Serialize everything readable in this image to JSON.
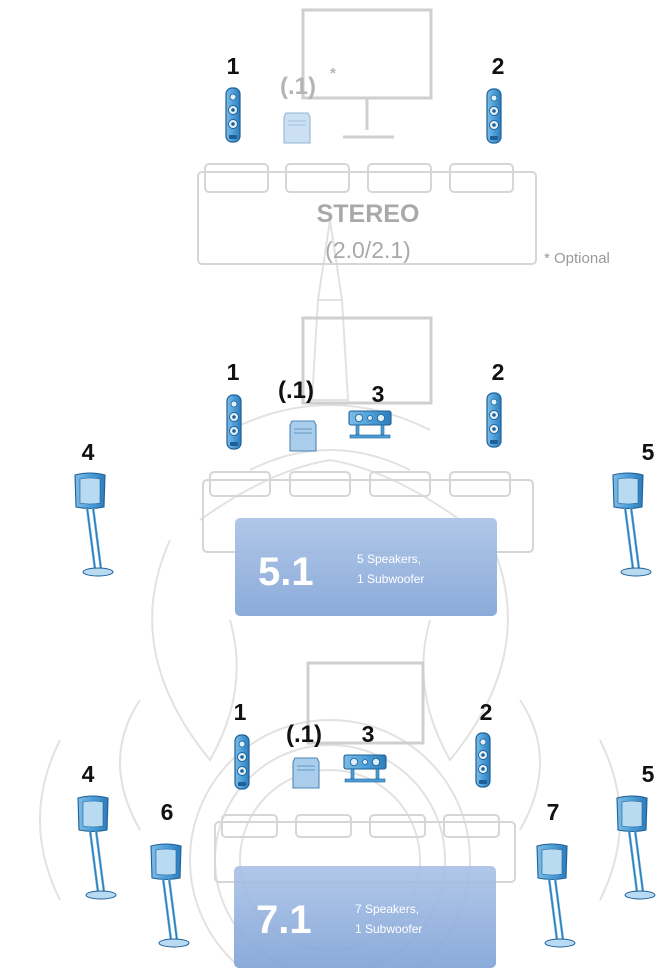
{
  "stereo": {
    "title": "STEREO",
    "subtitle": "(2.0/2.1)",
    "optional_note": "* Optional",
    "subwoofer_label": "(.1)",
    "subwoofer_asterisk": "*",
    "speaker_labels": [
      "1",
      "2"
    ]
  },
  "surround51": {
    "badge": "5.1",
    "badge_line1": "5 Speakers,",
    "badge_line2": "1 Subwoofer",
    "subwoofer_label": "(.1)",
    "speaker_labels": [
      "1",
      "2",
      "3",
      "4",
      "5"
    ]
  },
  "surround71": {
    "badge": "7.1",
    "badge_line1": "7 Speakers,",
    "badge_line2": "1 Subwoofer",
    "subwoofer_label": "(.1)",
    "speaker_labels": [
      "1",
      "2",
      "3",
      "4",
      "5",
      "6",
      "7"
    ]
  },
  "colors": {
    "speaker": "#4d9fd8",
    "speaker_outline": "#1e5f96",
    "room_outline": "#cfcfcf",
    "badge": "#8eaedb",
    "watermark": "#e2e2e2"
  },
  "icons": [
    "tv-icon",
    "sofa-icon",
    "tower-speaker-icon",
    "center-speaker-icon",
    "subwoofer-icon",
    "stand-speaker-icon",
    "watermark-seal-icon"
  ]
}
